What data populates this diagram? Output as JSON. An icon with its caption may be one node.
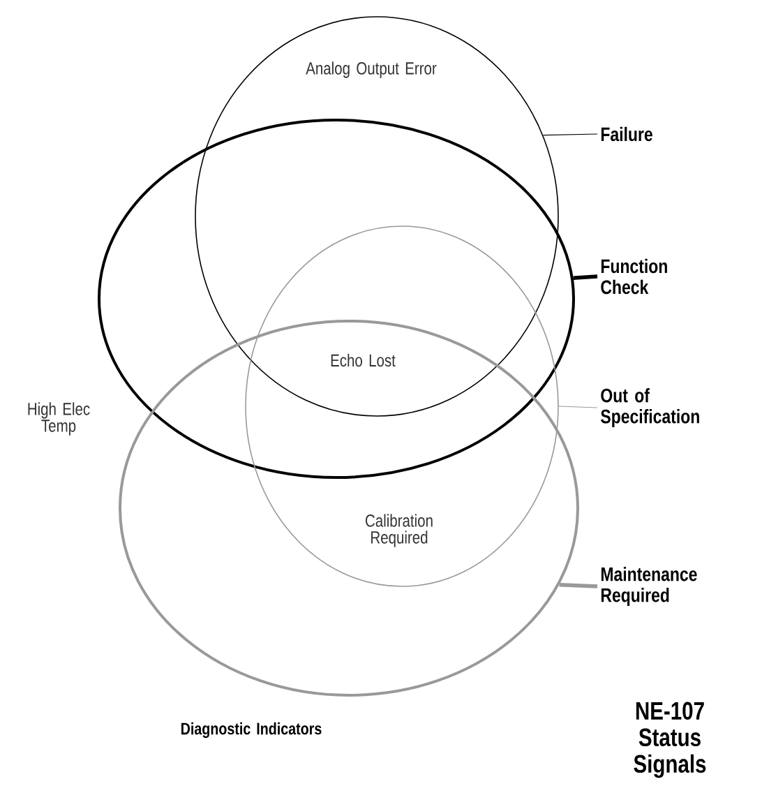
{
  "diagram": {
    "title": "NE-107 Status Signals",
    "nodes": [
      {
        "text": [],
        "shape": "ellipse"
      },
      {
        "text": [],
        "shape": "ellipse"
      },
      {
        "text": [],
        "shape": "ellipse"
      },
      {
        "text": [],
        "shape": "ellipse"
      },
      {
        "text": [
          "Failure"
        ]
      },
      {
        "text": [
          "Function Check"
        ]
      },
      {
        "text": [
          "Out of Specification"
        ]
      },
      {
        "text": [
          "Maintenance Required"
        ]
      }
    ],
    "edges": [
      {
        "from": 4,
        "to": 0,
        "arrow": "none"
      },
      {
        "from": 5,
        "to": 1,
        "arrow": "none",
        "style": "thick"
      },
      {
        "from": 6,
        "to": 2,
        "arrow": "none",
        "color": "#999999"
      },
      {
        "from": 7,
        "to": 3,
        "arrow": "none",
        "style": "thick",
        "color": "#999999"
      }
    ],
    "labels": [
      "Analog Output Error",
      "Echo Lost",
      "High Elec Temp",
      "Calibration Required",
      "Diagnostic Indicators"
    ]
  }
}
